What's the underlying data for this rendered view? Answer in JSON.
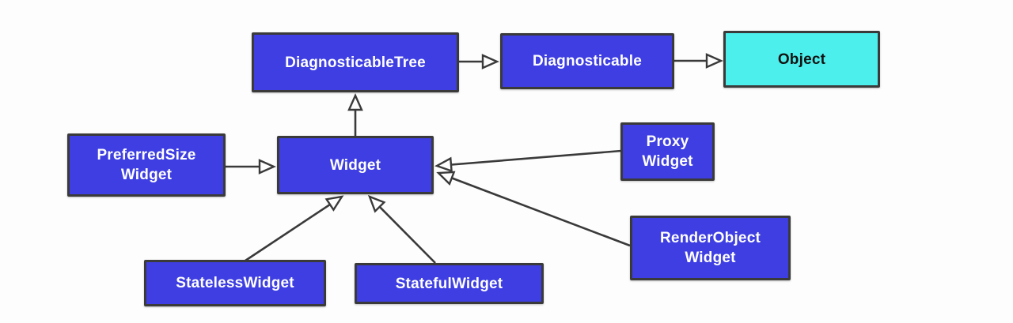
{
  "diagram": {
    "type": "class-inheritance-diagram",
    "nodes": {
      "diagnosticable_tree": {
        "label": "DiagnosticableTree",
        "kind": "class"
      },
      "diagnosticable": {
        "label": "Diagnosticable",
        "kind": "class"
      },
      "object": {
        "label": "Object",
        "kind": "root"
      },
      "preferred_size_widget": {
        "label": "PreferredSize\nWidget",
        "kind": "class"
      },
      "widget": {
        "label": "Widget",
        "kind": "class"
      },
      "proxy_widget": {
        "label": "Proxy\nWidget",
        "kind": "class"
      },
      "render_object_widget": {
        "label": "RenderObject\nWidget",
        "kind": "class"
      },
      "stateless_widget": {
        "label": "StatelessWidget",
        "kind": "class"
      },
      "stateful_widget": {
        "label": "StatefulWidget",
        "kind": "class"
      }
    },
    "edges": [
      {
        "from": "DiagnosticableTree",
        "to": "Diagnosticable",
        "relation": "inherits"
      },
      {
        "from": "Diagnosticable",
        "to": "Object",
        "relation": "inherits"
      },
      {
        "from": "Widget",
        "to": "DiagnosticableTree",
        "relation": "inherits"
      },
      {
        "from": "PreferredSizeWidget",
        "to": "Widget",
        "relation": "inherits"
      },
      {
        "from": "ProxyWidget",
        "to": "Widget",
        "relation": "inherits"
      },
      {
        "from": "RenderObjectWidget",
        "to": "Widget",
        "relation": "inherits"
      },
      {
        "from": "StatelessWidget",
        "to": "Widget",
        "relation": "inherits"
      },
      {
        "from": "StatefulWidget",
        "to": "Widget",
        "relation": "inherits"
      }
    ],
    "colors": {
      "class_fill": "#3e3ee2",
      "root_fill": "#4cefeb",
      "border": "#3a3a3a",
      "class_text": "#ffffff",
      "root_text": "#111111",
      "arrow": "#3a3a3a",
      "background": "#fdfdfd"
    }
  }
}
